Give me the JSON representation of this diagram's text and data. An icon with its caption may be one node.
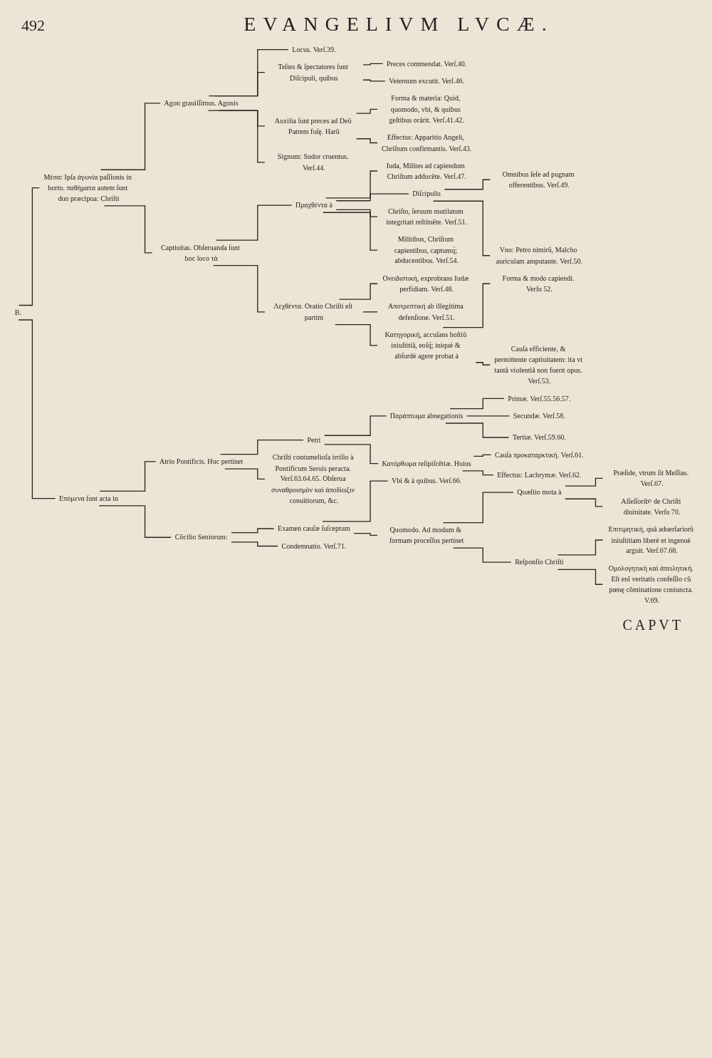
{
  "diagram": {
    "title": "EVANGELIVM LVCÆ.",
    "nodes": [
      {
        "text": [
          "B."
        ]
      },
      {
        "text": [
          "Μέσα: Ipſa ἀγωνία paſſionis in horto. παθήματα autem ſunt duo præcipua: Chriſti"
        ]
      },
      {
        "text": [
          "Agon grauiſſimus. Agonis"
        ]
      },
      {
        "text": [
          "Locus. Verſ.39."
        ]
      },
      {
        "text": [
          "Teſtes & ſpectatores ſunt Diſcipuli, quibus"
        ]
      },
      {
        "text": [
          "Preces commendat. Verſ.40."
        ]
      },
      {
        "text": [
          "Veternum excutit. Verſ.46."
        ]
      },
      {
        "text": [
          "Auxilia ſunt preces ad Deũ Patrem fuſę. Harũ"
        ]
      },
      {
        "text": [
          "Forma & materia: Quid, quomodo, vbi, & quibus geſtibus orârit. Verſ.41.42."
        ]
      },
      {
        "text": [
          "Effectus: Apparitio Angeli, Chriſtum confirmantis. Verſ.43."
        ]
      },
      {
        "text": [
          "Signum: Sudor cruentus. Verſ.44."
        ]
      },
      {
        "text": [
          "Captiuitas. Obſeruanda ſunt hoc loco τὰ"
        ]
      },
      {
        "text": [
          "Πραχθέντα à"
        ]
      },
      {
        "text": [
          "Iuda, Milites ad capiendum Chriſtum adducẽte. Verſ.47."
        ]
      },
      {
        "text": [
          "Diſcipulis"
        ]
      },
      {
        "text": [
          "Omnibus ſeſe ad pugnam offerentibus. Verſ.49."
        ]
      },
      {
        "text": [
          "Vno: Petro nimirũ, Malcho auriculam amputante. Verſ.50."
        ]
      },
      {
        "text": [
          "Chriſto, ſeruum mutilatum integritati reſtituẽte. Verſ.51."
        ]
      },
      {
        "text": [
          "Militibus, Chriſtum capientibus, captumq́; abducentibus. Verſ.54."
        ]
      },
      {
        "text": [
          "Λεχθέντα. Oratio Chriſti eſt partim"
        ]
      },
      {
        "text": [
          "Ονειδιστική, exprobrans Iudæ perfidiam. Verſ.48."
        ]
      },
      {
        "text": [
          "Αποτρεπτική ab illegitima defenſione. Verſ.51."
        ]
      },
      {
        "text": [
          "Κατηγορική, accuſans hoſtiũ iniuſtitiã, eoſq́; iniquè & abſurdè agere probat à"
        ]
      },
      {
        "text": [
          "Forma & modo capiendi. Verſu 52."
        ]
      },
      {
        "text": [
          "Cauſa efficiente, & permittente captiuitatem: ita vt tantâ violentiâ non fuerit opus. Verſ.53."
        ]
      },
      {
        "text": [
          "Επόμενα ſunt acta in"
        ]
      },
      {
        "text": [
          "Atrio Pontificis. Huc pertinet"
        ]
      },
      {
        "text": [
          "Petri"
        ]
      },
      {
        "text": [
          "Παράπτωμα abnegationis"
        ]
      },
      {
        "text": [
          "Primæ. Verſ.55.56.57."
        ]
      },
      {
        "text": [
          "Secundæ. Verſ.58."
        ]
      },
      {
        "text": [
          "Tertiæ. Verſ.59.60."
        ]
      },
      {
        "text": [
          "Κατόρθωμα reſipiſcẽtiæ. Huius"
        ]
      },
      {
        "text": [
          "Cauſa προκαταρκτική. Verſ.61."
        ]
      },
      {
        "text": [
          "Effectus: Lachrymæ. Verſ.62."
        ]
      },
      {
        "text": [
          "Chriſti contumelioſa irriſio à Pontificum Seruis peracta. Verſ.63.64.65. Obſerua συναθροισμὸν καὶ ἀποδίωξιν conuitiorum, &c."
        ]
      },
      {
        "text": [
          "Cõcilio Seniorum:"
        ]
      },
      {
        "text": [
          "Examen cauſæ ſuſceptum"
        ]
      },
      {
        "text": [
          "Vbi & à quibus. Verſ.66."
        ]
      },
      {
        "text": [
          "Quomodo. Ad modum & formam proceſſus pertinet"
        ]
      },
      {
        "text": [
          "Quæſtio mota à"
        ]
      },
      {
        "text": [
          "Præſide, vtrum ſit Meſſias. Verſ.67."
        ]
      },
      {
        "text": [
          "Aſſeſſoribꝰ de Chriſti diuinitate. Verſu 70."
        ]
      },
      {
        "text": [
          "Reſponſio Chriſti"
        ]
      },
      {
        "text": [
          "Επιτιμητική, quâ aduerſariorũ iniuſtitiam liberè et ingenuè arguit. Verſ.67.68."
        ]
      },
      {
        "text": [
          "Ομολογητική καὶ ἀπειλητική. Eſt enĩ veritatis confeſſio cũ pœnę cõminatione coniuncta. V.69."
        ]
      },
      {
        "text": [
          "Condemnatio. Verſ.71."
        ]
      }
    ],
    "edges": [
      {
        "from": 0,
        "to": 1,
        "arrow": "none"
      },
      {
        "from": 1,
        "to": 2,
        "arrow": "none"
      },
      {
        "from": 2,
        "to": 3,
        "arrow": "none"
      },
      {
        "from": 2,
        "to": 4,
        "arrow": "none"
      },
      {
        "from": 4,
        "to": 5,
        "arrow": "none"
      },
      {
        "from": 4,
        "to": 6,
        "arrow": "none"
      },
      {
        "from": 2,
        "to": 7,
        "arrow": "none"
      },
      {
        "from": 7,
        "to": 8,
        "arrow": "none"
      },
      {
        "from": 7,
        "to": 9,
        "arrow": "none"
      },
      {
        "from": 2,
        "to": 10,
        "arrow": "none"
      },
      {
        "from": 1,
        "to": 11,
        "arrow": "none"
      },
      {
        "from": 11,
        "to": 12,
        "arrow": "none"
      },
      {
        "from": 12,
        "to": 13,
        "arrow": "none"
      },
      {
        "from": 12,
        "to": 14,
        "arrow": "none"
      },
      {
        "from": 14,
        "to": 15,
        "arrow": "none"
      },
      {
        "from": 14,
        "to": 16,
        "arrow": "none"
      },
      {
        "from": 12,
        "to": 17,
        "arrow": "none"
      },
      {
        "from": 12,
        "to": 18,
        "arrow": "none"
      },
      {
        "from": 11,
        "to": 19,
        "arrow": "none"
      },
      {
        "from": 19,
        "to": 20,
        "arrow": "none"
      },
      {
        "from": 19,
        "to": 21,
        "arrow": "none"
      },
      {
        "from": 19,
        "to": 22,
        "arrow": "none"
      },
      {
        "from": 22,
        "to": 23,
        "arrow": "none"
      },
      {
        "from": 22,
        "to": 24,
        "arrow": "none"
      },
      {
        "from": 0,
        "to": 25,
        "arrow": "none"
      },
      {
        "from": 25,
        "to": 26,
        "arrow": "none"
      },
      {
        "from": 26,
        "to": 27,
        "arrow": "none"
      },
      {
        "from": 27,
        "to": 28,
        "arrow": "none"
      },
      {
        "from": 28,
        "to": 29,
        "arrow": "none"
      },
      {
        "from": 28,
        "to": 30,
        "arrow": "none"
      },
      {
        "from": 28,
        "to": 31,
        "arrow": "none"
      },
      {
        "from": 27,
        "to": 32,
        "arrow": "none"
      },
      {
        "from": 32,
        "to": 33,
        "arrow": "none"
      },
      {
        "from": 32,
        "to": 34,
        "arrow": "none"
      },
      {
        "from": 26,
        "to": 35,
        "arrow": "none"
      },
      {
        "from": 25,
        "to": 36,
        "arrow": "none"
      },
      {
        "from": 36,
        "to": 37,
        "arrow": "none"
      },
      {
        "from": 37,
        "to": 38,
        "arrow": "none"
      },
      {
        "from": 37,
        "to": 39,
        "arrow": "none"
      },
      {
        "from": 39,
        "to": 40,
        "arrow": "none"
      },
      {
        "from": 40,
        "to": 41,
        "arrow": "none"
      },
      {
        "from": 40,
        "to": 42,
        "arrow": "none"
      },
      {
        "from": 39,
        "to": 43,
        "arrow": "none"
      },
      {
        "from": 43,
        "to": 44,
        "arrow": "none"
      },
      {
        "from": 43,
        "to": 45,
        "arrow": "none"
      },
      {
        "from": 36,
        "to": 46,
        "arrow": "none"
      }
    ],
    "labels": [
      "492",
      "CAPVT"
    ]
  }
}
